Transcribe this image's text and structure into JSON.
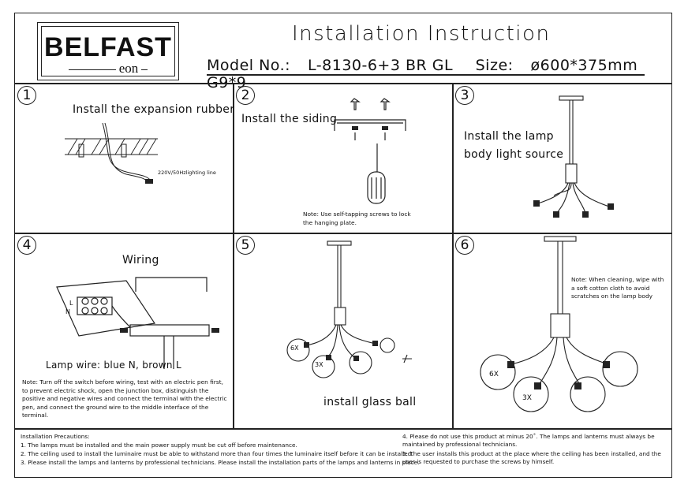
{
  "header": {
    "brand": "BELFAST",
    "brand_sub": "eon",
    "title": "Installation Instruction",
    "model_label": "Model No.:",
    "model_value": "L-8130-6+3 BR GL",
    "size_label": "Size:",
    "size_value": "ø600*375mm",
    "bulb": "G9*9"
  },
  "steps": [
    {
      "num": "1",
      "label": "Install the expansion rubber",
      "wire_label": "220V/50Hzlighting line"
    },
    {
      "num": "2",
      "label": "Install the siding",
      "note": "Note: Use self-tapping screws to lock the hanging plate."
    },
    {
      "num": "3",
      "label_line1": "Install the lamp",
      "label_line2": "body light source"
    },
    {
      "num": "4",
      "label": "Wiring",
      "wire_colors": "Lamp wire: blue N, brown L",
      "note": "Note: Turn off the switch before wiring, test with an electric pen first, to prevent electric shock, open the junction box, distinguish the positive and negative wires and connect the terminal with the electric pen, and connect the ground wire to the middle interface of the terminal.",
      "terminal_letters": [
        "L",
        "N"
      ]
    },
    {
      "num": "5",
      "label": "install glass ball",
      "qty_a": "6X",
      "qty_b": "3X"
    },
    {
      "num": "6",
      "note": "Note: When cleaning, wipe with a soft cotton cloth to avoid scratches on the lamp body",
      "qty_a": "6X",
      "qty_b": "3X"
    }
  ],
  "precautions": {
    "title": "Installation Precautions:",
    "left": [
      "1. The lamps must be installed and the main power supply must be cut off before maintenance.",
      "2. The ceiling used to install the luminaire must be able to withstand more than four times the luminaire itself before it can be installed.",
      "3. Please install the lamps and lanterns by professional technicians. Please install the installation parts of the lamps and lanterns in place."
    ],
    "right": [
      "4. Please do not use this product at minus 20˚. The lamps and lanterns must always be maintained by professional technicians.",
      "5. The user installs this product at the place where the ceiling has been installed, and the user is requested to purchase the screws by himself."
    ]
  }
}
